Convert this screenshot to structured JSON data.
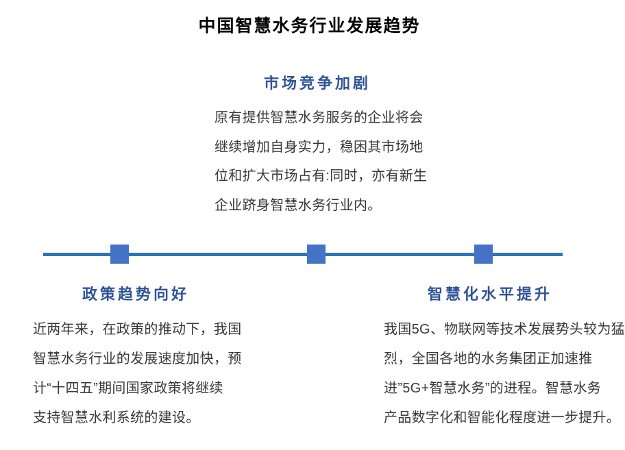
{
  "page": {
    "title": "中国智慧水务行业发展趋势"
  },
  "colors": {
    "heading_blue": "#2F5496",
    "timeline_line": "#2E75B6",
    "timeline_marker": "#4472C4",
    "body_text": "#383838",
    "title_text": "#000000"
  },
  "timeline": {
    "marker_count": 3
  },
  "sections": [
    {
      "id": "market-competition",
      "position": "top-center",
      "heading": "市场竞争加剧",
      "lines": [
        "原有提供智慧水务服务的企业将会",
        "继续增加自身实力，稳困其市场地",
        "位和扩大市场占有:同时，亦有新生",
        "企业跻身智慧水务行业内。"
      ]
    },
    {
      "id": "policy-trend",
      "position": "bottom-left",
      "heading": "政策趋势向好",
      "lines": [
        "近两年来，在政策的推动下，我国",
        "智慧水务行业的发展速度加快，预",
        "计“十四五”期间国家政策将继续",
        "支持智慧水利系统的建设。"
      ]
    },
    {
      "id": "smart-level",
      "position": "bottom-right",
      "heading": "智慧化水平提升",
      "lines": [
        "我国5G、物联网等技术发展势头较为猛",
        "烈，全国各地的水务集团正加速推",
        "进”5G+智慧水务”的进程。智慧水务",
        "产品数字化和智能化程度进一步提升。"
      ]
    }
  ]
}
